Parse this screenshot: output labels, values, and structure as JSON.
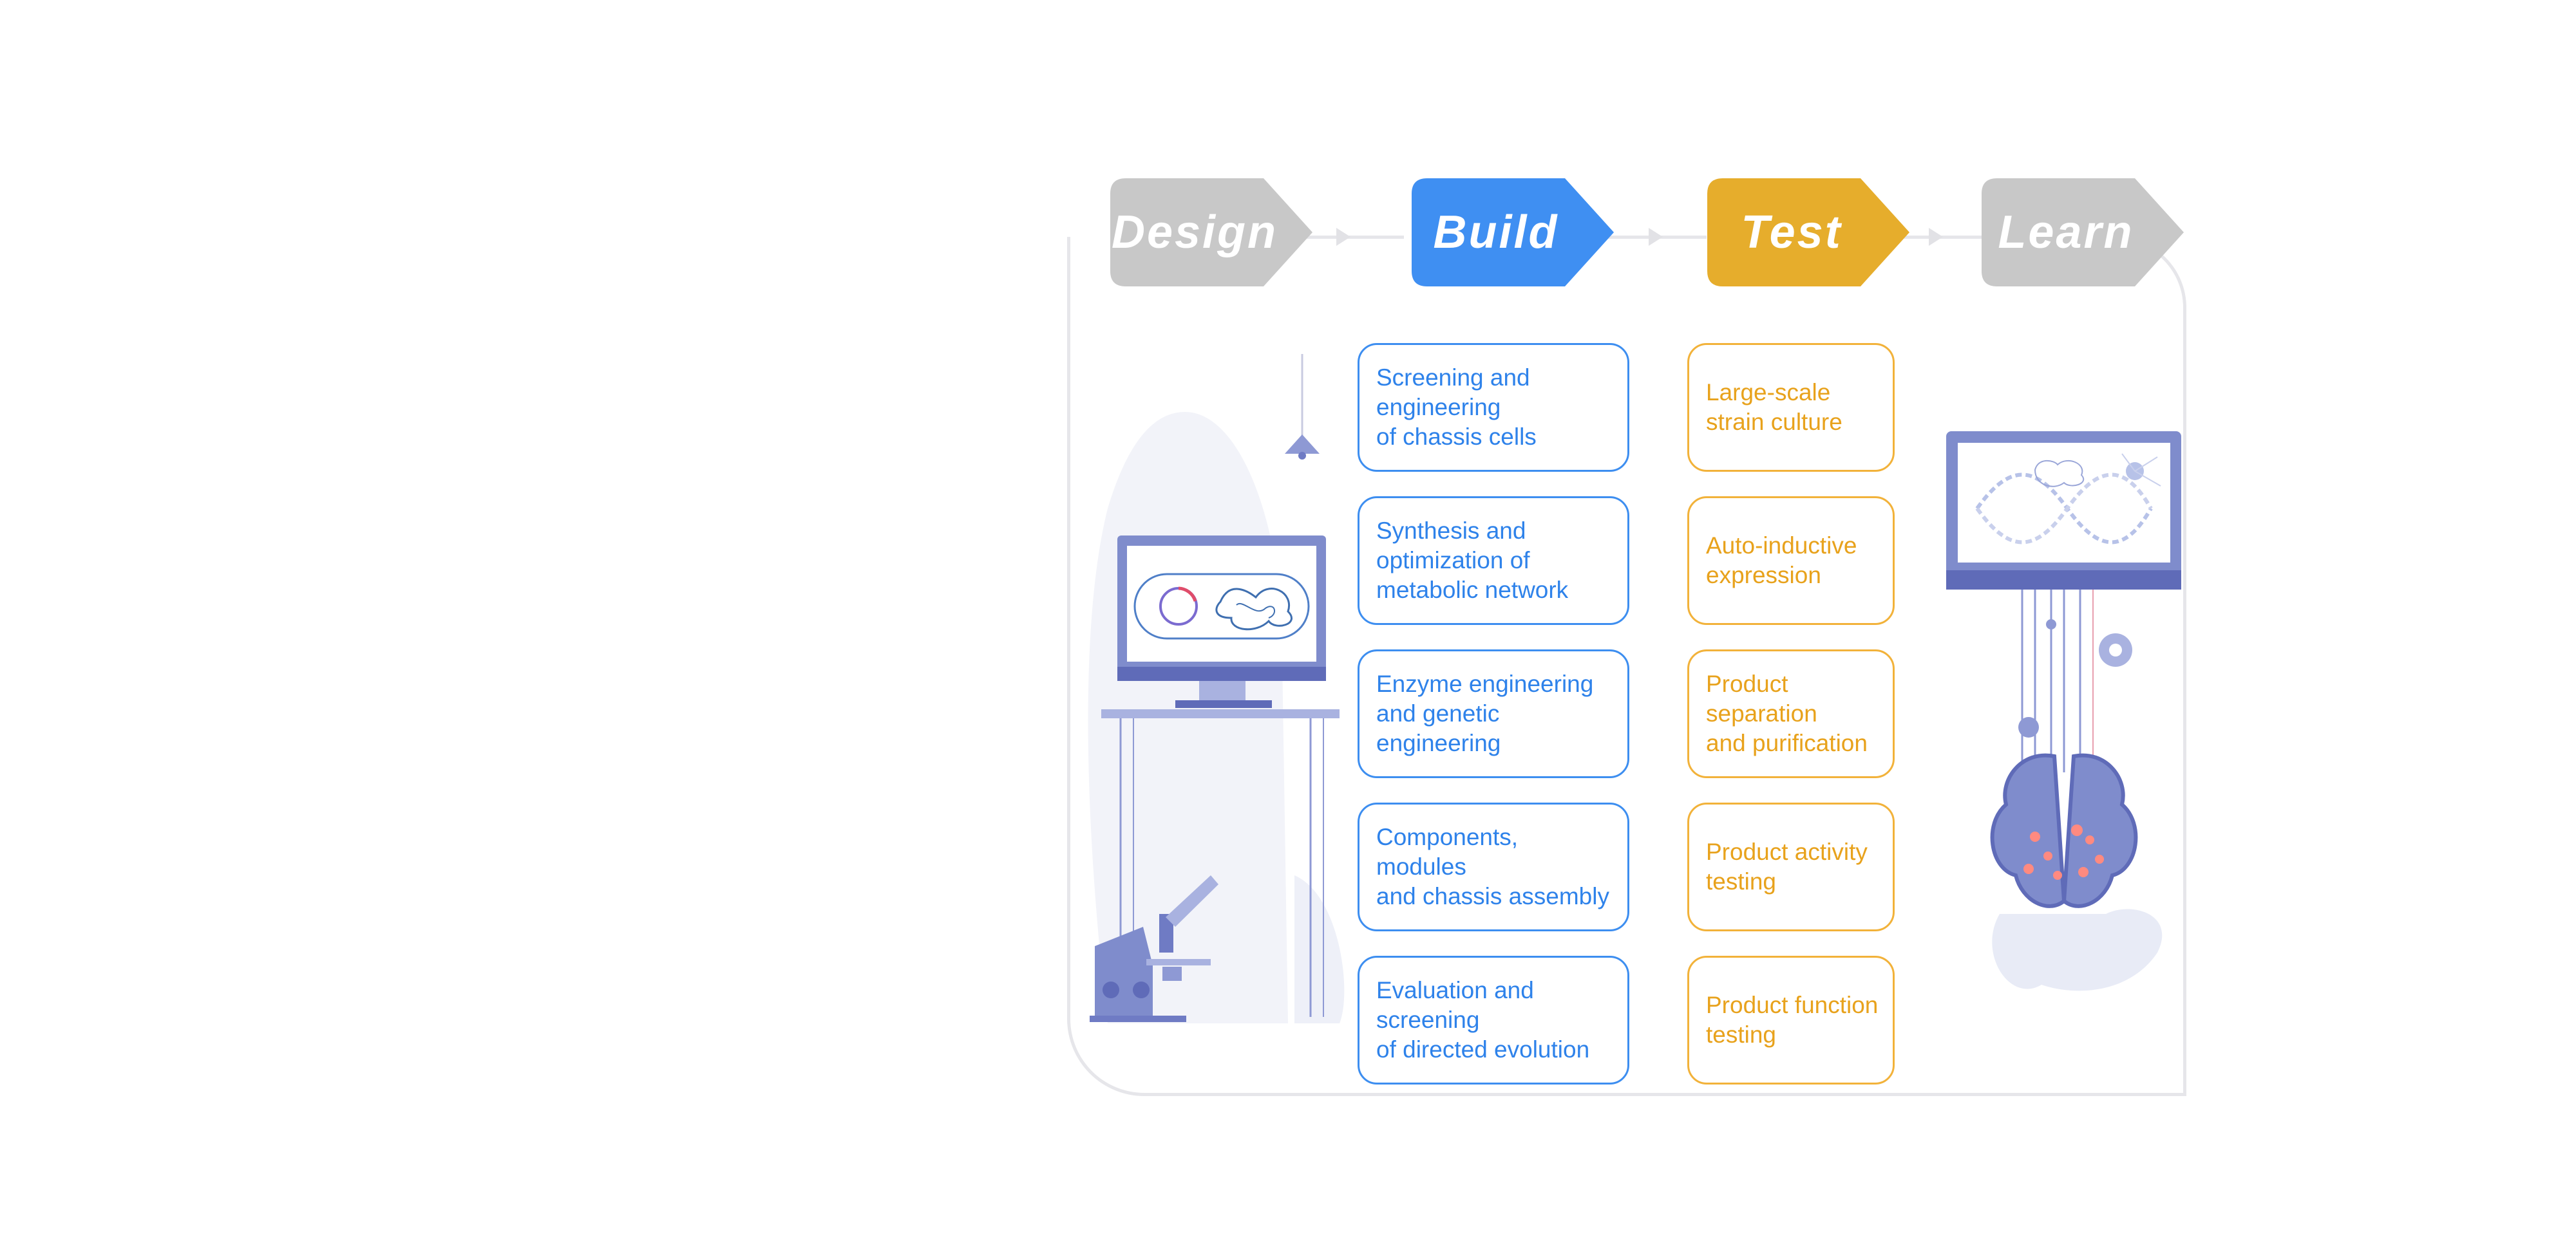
{
  "stages": [
    {
      "label": "Design",
      "color": "#c8c8c8"
    },
    {
      "label": "Build",
      "color": "#3f8ff2"
    },
    {
      "label": "Test",
      "color": "#e6ad2c"
    },
    {
      "label": "Learn",
      "color": "#c8c8c8"
    }
  ],
  "build_items": [
    "Screening and\nengineering\nof chassis cells",
    "Synthesis and\noptimization of\nmetabolic network",
    "Enzyme engineering\nand genetic\nengineering",
    "Components,\nmodules\nand chassis assembly",
    "Evaluation and\nscreening\nof directed evolution"
  ],
  "test_items": [
    "Large-scale\nstrain culture",
    "Auto-inductive\nexpression",
    "Product\nseparation\nand purification",
    "Product activity\ntesting",
    "Product function\ntesting"
  ],
  "colors": {
    "build_accent": "#3d8ef0",
    "test_accent": "#f2b23a",
    "frame": "#e6e6ea",
    "illustration": "#7f8ccc"
  },
  "illustrations": {
    "design": "workstation-microscope",
    "learn": "screen-brain-network"
  }
}
